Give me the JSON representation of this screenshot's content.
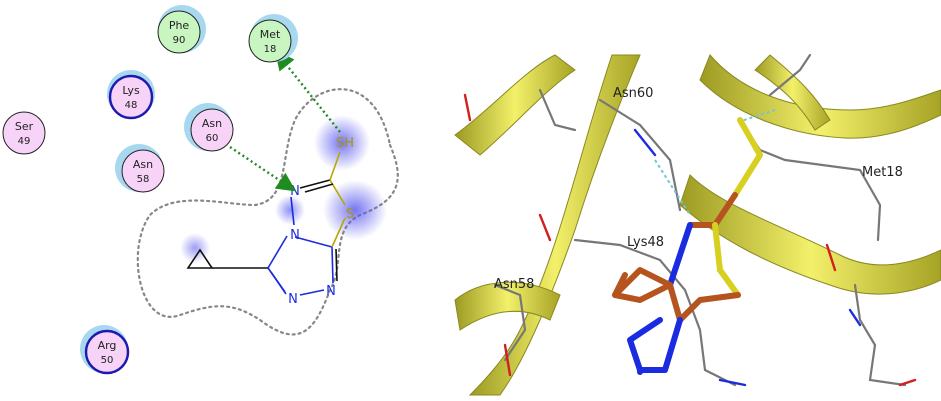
{
  "left_panel": {
    "residues": [
      {
        "name": "Phe",
        "num": "90",
        "kind": "hydrophobic"
      },
      {
        "name": "Met",
        "num": "18",
        "kind": "hydrophobic"
      },
      {
        "name": "Lys",
        "num": "48",
        "kind": "charged"
      },
      {
        "name": "Ser",
        "num": "49",
        "kind": "polar"
      },
      {
        "name": "Asn",
        "num": "60",
        "kind": "polar"
      },
      {
        "name": "Asn",
        "num": "58",
        "kind": "polar"
      },
      {
        "name": "Arg",
        "num": "50",
        "kind": "charged"
      }
    ],
    "atoms": {
      "sh": "SH",
      "s_ring": "S",
      "n1": "N",
      "n2": "N",
      "n3": "N",
      "n4": "N"
    }
  },
  "right_panel": {
    "labels": {
      "asn60": "Asn60",
      "met18": "Met18",
      "lys48": "Lys48",
      "asn58": "Asn58"
    }
  },
  "colors": {
    "hydrophobic_fill": "#c8f5c0",
    "polar_fill": "#f7d3f7",
    "charged_ring": "#1a1ab0",
    "halo": "#a8d8f0",
    "hbond": "#1f8c1f",
    "nitrogen": "#1a2be0",
    "sulfur": "#b7a800",
    "ribbon": "#e6e35a",
    "ligand_carbon": "#b5541f"
  }
}
